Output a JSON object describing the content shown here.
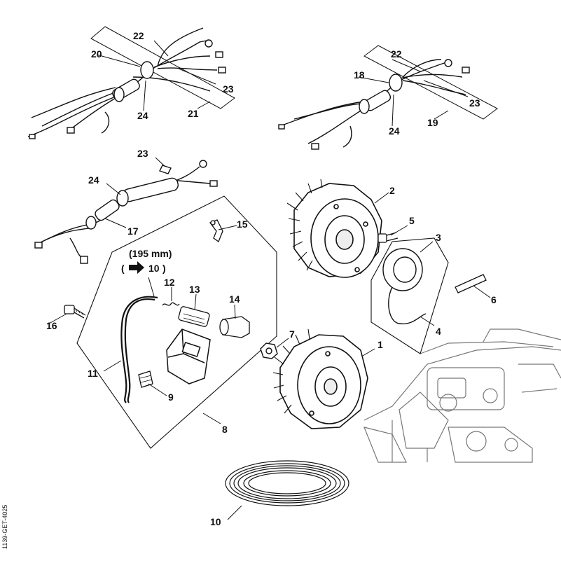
{
  "diagram": {
    "callouts": [
      {
        "id": "c1",
        "label": "1"
      },
      {
        "id": "c2",
        "label": "2"
      },
      {
        "id": "c3",
        "label": "3"
      },
      {
        "id": "c4",
        "label": "4"
      },
      {
        "id": "c5",
        "label": "5"
      },
      {
        "id": "c6",
        "label": "6"
      },
      {
        "id": "c7",
        "label": "7"
      },
      {
        "id": "c8",
        "label": "8"
      },
      {
        "id": "c9",
        "label": "9"
      },
      {
        "id": "c10",
        "label": "10"
      },
      {
        "id": "c11",
        "label": "11"
      },
      {
        "id": "c12",
        "label": "12"
      },
      {
        "id": "c13",
        "label": "13"
      },
      {
        "id": "c14",
        "label": "14"
      },
      {
        "id": "c15",
        "label": "15"
      },
      {
        "id": "c16",
        "label": "16"
      },
      {
        "id": "c17",
        "label": "17"
      },
      {
        "id": "c18",
        "label": "18"
      },
      {
        "id": "c19",
        "label": "19"
      },
      {
        "id": "c20",
        "label": "20"
      },
      {
        "id": "c21",
        "label": "21"
      },
      {
        "id": "c22a",
        "label": "22"
      },
      {
        "id": "c22b",
        "label": "22"
      },
      {
        "id": "c23a",
        "label": "23"
      },
      {
        "id": "c23b",
        "label": "23"
      },
      {
        "id": "c23c",
        "label": "23"
      },
      {
        "id": "c24a",
        "label": "24"
      },
      {
        "id": "c24b",
        "label": "24"
      },
      {
        "id": "c24c",
        "label": "24"
      }
    ],
    "note_length": "(195 mm)",
    "note_ref": "10",
    "side_code": "1139-GET-4025"
  }
}
